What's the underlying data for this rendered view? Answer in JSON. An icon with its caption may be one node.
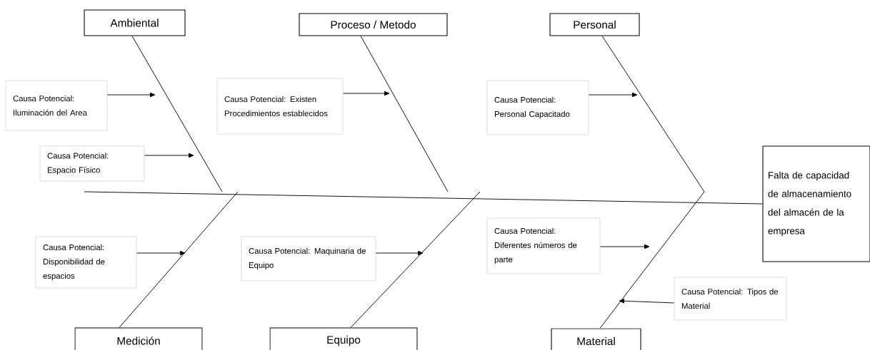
{
  "diagram": {
    "nodes": [
      {
        "text": [
          "Ambiental"
        ]
      },
      {
        "text": [
          "Proceso / Metodo"
        ]
      },
      {
        "text": [
          "Personal"
        ]
      },
      {
        "text": [
          "Falta de capacidad de almacenamiento del almacén de la empresa"
        ]
      },
      {
        "text": [
          "Causa Potencial: Iluminación del Area"
        ]
      },
      {
        "text": [
          "Causa Potencial: Espacio Físico"
        ]
      },
      {
        "text": [
          "Causa Potencial: Existen Procedimientos establecidos"
        ]
      },
      {
        "text": [
          "Causa Potencial: Personal Capacitado"
        ]
      },
      {
        "text": [
          "Medición"
        ]
      },
      {
        "text": [
          "Equipo"
        ]
      },
      {
        "text": [
          "Material"
        ]
      },
      {
        "text": [
          "Causa Potencial: Disponibilidad de espacios"
        ]
      },
      {
        "text": [
          "Causa Potencial: Maquinaria de Equipo"
        ]
      },
      {
        "text": [
          "Causa Potencial: Diferentes números de parte"
        ]
      },
      {
        "text": [
          "Causa Potencial: Tipos de Material"
        ]
      }
    ],
    "edges": [
      {
        "from": null,
        "to": 3,
        "arrow": "none"
      },
      {
        "from": 0,
        "to": null,
        "arrow": "none"
      },
      {
        "from": 1,
        "to": null,
        "arrow": "none"
      },
      {
        "from": 2,
        "to": null,
        "arrow": "none"
      },
      {
        "from": 8,
        "to": null,
        "arrow": "none"
      },
      {
        "from": 9,
        "to": null,
        "arrow": "none"
      },
      {
        "from": 10,
        "to": null,
        "arrow": "none"
      },
      {
        "from": 4,
        "to": null,
        "arrow": "to"
      },
      {
        "from": 5,
        "to": null,
        "arrow": "to"
      },
      {
        "from": 6,
        "to": null,
        "arrow": "to"
      },
      {
        "from": 7,
        "to": null,
        "arrow": "to"
      },
      {
        "from": 11,
        "to": null,
        "arrow": "to"
      },
      {
        "from": 12,
        "to": null,
        "arrow": "to"
      },
      {
        "from": 13,
        "to": null,
        "arrow": "to"
      },
      {
        "from": 14,
        "to": null,
        "arrow": "to"
      }
    ]
  }
}
